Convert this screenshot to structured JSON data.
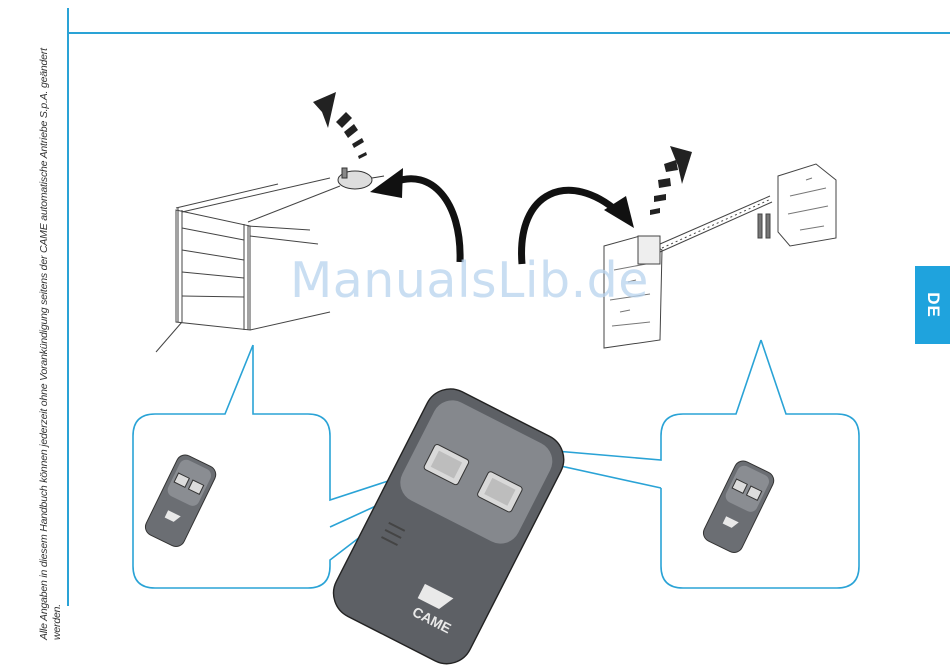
{
  "side_note": "Alle Angaben in diesem Handbuch können jederzeit ohne Vorankündigung seitens der CAME automatische Antriebe S.p.A. geändert werden.",
  "language_tab": "DE",
  "watermark": "ManualsLib.de",
  "remote_brand": "CAME",
  "colors": {
    "accent": "#2aa3d6",
    "tab": "#1fa3dd",
    "remote_body": "#6b6e73",
    "watermark": "#b7d3ee"
  },
  "icons": [
    "garage-door-illustration",
    "barrier-gate-illustration",
    "remote-control-illustration",
    "curved-arrow-icon",
    "motion-arrow-icon"
  ]
}
